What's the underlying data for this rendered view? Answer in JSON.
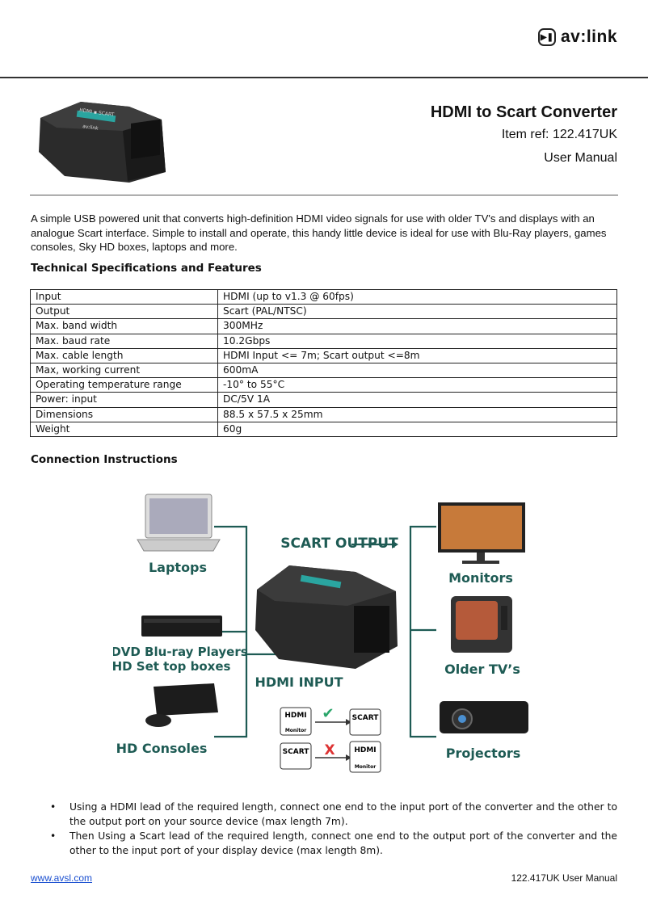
{
  "header": {
    "logo_text": "av:link",
    "title": "HDMI to Scart Converter",
    "item_ref": "Item ref: 122.417UK",
    "manual": "User Manual"
  },
  "product_image": {
    "brand_text": "HDMI ▪ SCART",
    "label": "av:link"
  },
  "intro": "A simple USB powered unit that converts high-definition HDMI video signals for use with older TV's and displays with an analogue Scart interface. Simple to install and operate, this handy little device is ideal for use with Blu-Ray players, games consoles, Sky HD boxes, laptops and more.",
  "specs": {
    "heading": "Technical Specifications and Features",
    "rows": [
      {
        "label": "Input",
        "value": "HDMI (up to v1.3 @ 60fps)"
      },
      {
        "label": "Output",
        "value": "Scart (PAL/NTSC)"
      },
      {
        "label": "Max. band width",
        "value": "300MHz"
      },
      {
        "label": "Max. baud rate",
        "value": "10.2Gbps"
      },
      {
        "label": "Max. cable length",
        "value": "HDMI Input <= 7m; Scart output <=8m"
      },
      {
        "label": "Max, working current",
        "value": "600mA"
      },
      {
        "label": "Operating temperature range",
        "value": "-10° to 55°C"
      },
      {
        "label": "Power: input",
        "value": "DC/5V 1A"
      },
      {
        "label": "Dimensions",
        "value": "88.5 x 57.5 x 25mm"
      },
      {
        "label": "Weight",
        "value": "60g"
      }
    ]
  },
  "connection": {
    "heading": "Connection Instructions",
    "diagram": {
      "sources": [
        "Laptops",
        "DVD Blu-ray Players",
        "HD Set top boxes",
        "HD Consoles"
      ],
      "outputs": [
        "Monitors",
        "Older TV’s",
        "Projectors"
      ],
      "scart_output": "SCART OUTPUT",
      "hdmi_input": "HDMI INPUT",
      "hdmi_tag": "HDMI",
      "monitor_tag": "Monitor",
      "scart_tag": "SCART",
      "check_mark": "✔",
      "cross_mark": "X"
    },
    "bullets": [
      "Using a HDMI lead of the required length, connect one end to the input port of the converter and the other to the output port on your source device (max length 7m).",
      "Then Using a Scart lead of the required length, connect one end to the output port of the converter and the other to the input port of your display device (max length 8m)."
    ],
    "bullet_symbol": "•"
  },
  "footer": {
    "link": "www.avsl.com",
    "right": "122.417UK User Manual"
  },
  "colors": {
    "diagram_green": "#1e5b54",
    "link_blue": "#1a4fd0",
    "error_red": "#d33",
    "check_green": "#2aa56a"
  }
}
